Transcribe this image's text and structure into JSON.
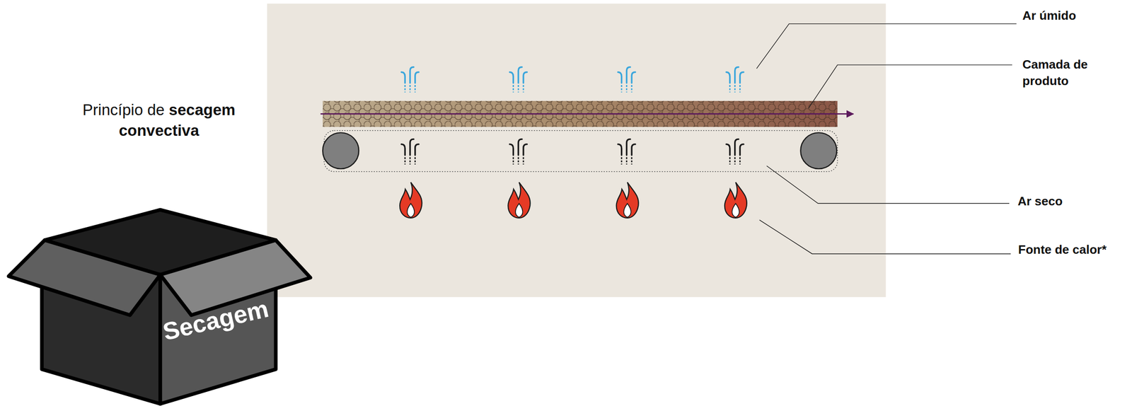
{
  "diagram": {
    "labels": [
      "Princípio de",
      "secagem convectiva",
      "Ar úmido",
      "Camada de produto",
      "Ar seco",
      "Fonte de calor*",
      "Secagem"
    ]
  }
}
